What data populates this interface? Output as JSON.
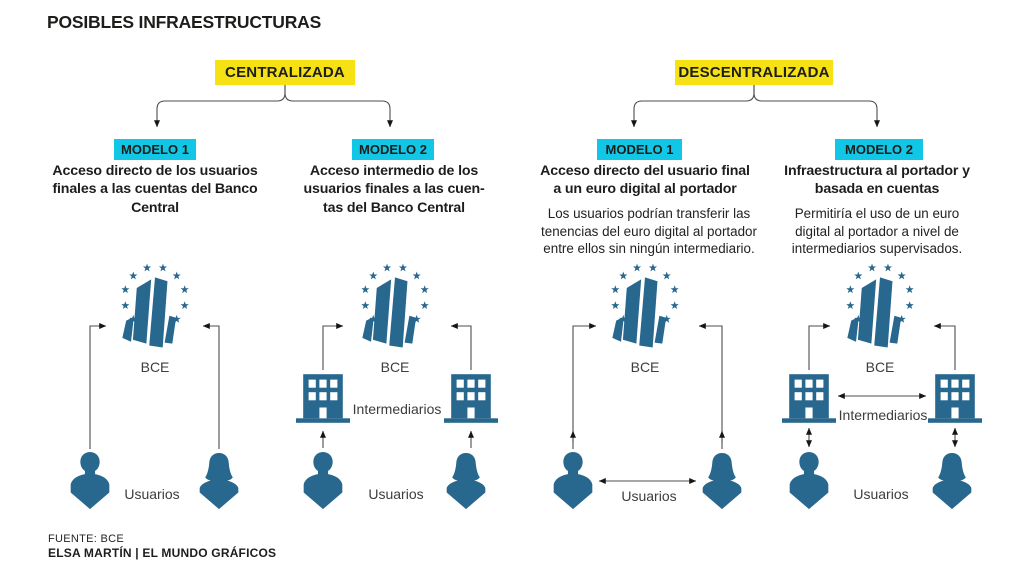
{
  "title": "POSIBLES INFRAESTRUCTURAS",
  "colors": {
    "yellow": "#F6E214",
    "cyan": "#12C7E6",
    "blue": "#28678E",
    "ink": "#1D1D1B",
    "label": "#3D3D3C",
    "line": "#4D4D4D"
  },
  "branches": [
    {
      "label": "CENTRALIZADA",
      "models": [
        {
          "tag": "MODELO 1",
          "heading": "Acceso directo de los usuarios\nfinales a las cuentas del Banco\nCentral",
          "body": ""
        },
        {
          "tag": "MODELO 2",
          "heading": "Acceso intermedio de los\nusuarios finales a las cuen-\ntas del Banco Central",
          "body": ""
        }
      ]
    },
    {
      "label": "DESCENTRALIZADA",
      "models": [
        {
          "tag": "MODELO 1",
          "heading": "Acceso directo del usuario final\na un euro digital al portador",
          "body": "Los usuarios podrían transferir las\ntenencias del euro digital al portador\nentre ellos sin ningún intermediario."
        },
        {
          "tag": "MODELO 2",
          "heading": "Infraestructura al portador y\nbasada en cuentas",
          "body": "Permitiría el uso de un euro\ndigital al portador a nivel de\nintermediarios supervisados."
        }
      ]
    }
  ],
  "diagram_labels": {
    "bce": "BCE",
    "usuarios": "Usuarios",
    "intermediarios": "Intermediarios"
  },
  "footer": {
    "source": "FUENTE: BCE",
    "credit": "ELSA MARTÍN | EL MUNDO GRÁFICOS"
  }
}
